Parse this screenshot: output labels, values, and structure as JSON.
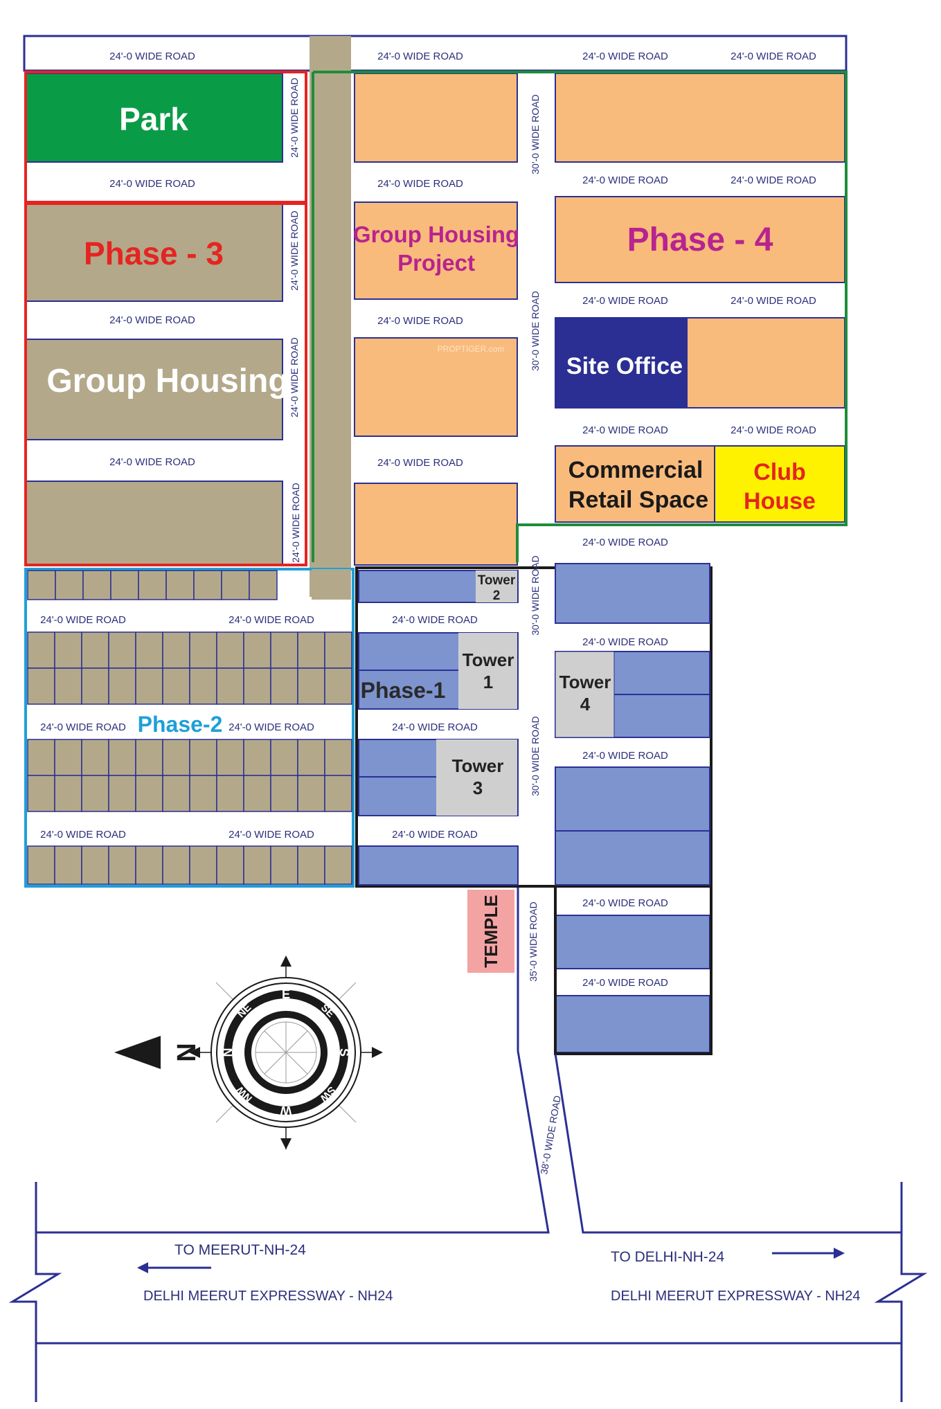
{
  "road_labels": {
    "w24": "24'-0 WIDE ROAD",
    "w30": "30'-0 WIDE ROAD",
    "w35": "35'-0 WIDE ROAD",
    "w38": "38'-0 WIDE ROAD"
  },
  "zones": {
    "park": "Park",
    "phase3": "Phase - 3",
    "group_housing": "Group Housing",
    "group_housing_project_1": "Group Housing",
    "group_housing_project_2": "Project",
    "phase4": "Phase - 4",
    "site_office": "Site Office",
    "commercial_1": "Commercial",
    "commercial_2": "Retail Space",
    "club_1": "Club",
    "club_2": "House",
    "phase1": "Phase-1",
    "phase2": "Phase-2",
    "temple": "TEMPLE"
  },
  "towers": {
    "t1a": "Tower",
    "t1b": "1",
    "t2a": "Tower",
    "t2b": "2",
    "t3a": "Tower",
    "t3b": "3",
    "t4a": "Tower",
    "t4b": "4"
  },
  "compass": {
    "n": "N",
    "e": "E",
    "s": "S",
    "w": "W",
    "ne": "NE",
    "se": "SE",
    "sw": "SW",
    "nw": "NW",
    "outer_n": "N"
  },
  "highway": {
    "to_meerut": "TO MEERUT-NH-24",
    "to_delhi": "TO DELHI-NH-24",
    "name_left": "DELHI MEERUT EXPRESSWAY - NH24",
    "name_right": "DELHI MEERUT EXPRESSWAY - NH24"
  },
  "watermark": "PROPTIGER.com",
  "colors": {
    "park": "#0a9b46",
    "khaki": "#b3a98a",
    "orange": "#f9bb7c",
    "blue": "#7d94cf",
    "navy": "#2b2f93",
    "yellow": "#fff200",
    "grey": "#cfcfcf",
    "temple": "#f4a3a3",
    "phase3_red": "#e52421",
    "phase4_purple": "#b8238e",
    "phase2_cyan": "#1f9fd8"
  }
}
